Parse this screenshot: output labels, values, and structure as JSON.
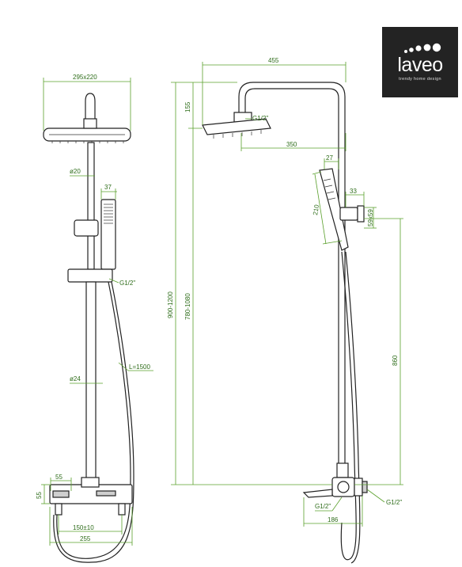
{
  "brand": {
    "name": "laveo",
    "tagline": "trendy home design"
  },
  "dimensions": {
    "front": {
      "head_size": "295x220",
      "arm_diameter": "ø20",
      "handshower_width": "37",
      "connection": "G1/2\"",
      "rail_diameter": "ø24",
      "hose_length": "L=1500",
      "outlet_offset": "55",
      "mixer_height": "55",
      "spacing": "150±10",
      "mixer_width": "255"
    },
    "side": {
      "arm_width": "455",
      "head_offset": "155",
      "head_thread": "G1/2\"",
      "head_reach": "350",
      "total_height": "900-1200",
      "rail_height": "780-1080",
      "handshower_top": "27",
      "handshower_depth": "33",
      "handshower_length": "210",
      "holder_size": "59x59",
      "holder_height": "860",
      "mixer_thread_left": "G1/2\"",
      "mixer_thread_right": "G1/2\"",
      "spout_reach": "186"
    }
  }
}
